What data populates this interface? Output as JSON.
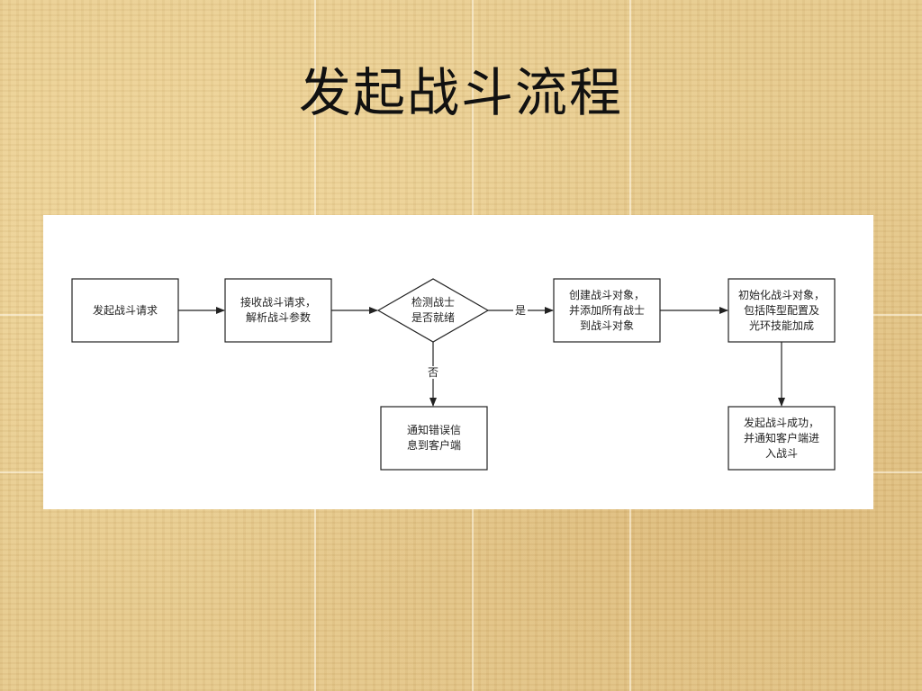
{
  "slide": {
    "title": "发起战斗流程"
  },
  "diagram": {
    "line_color": "#222222",
    "nodes": {
      "start": {
        "text": "发起战斗请求"
      },
      "receive": {
        "text": "接收战斗请求，\n解析战斗参数"
      },
      "check": {
        "text": "检测战士\n是否就绪"
      },
      "create": {
        "text": "创建战斗对象，\n并添加所有战士\n到战斗对象"
      },
      "init": {
        "text": "初始化战斗对象，\n包括阵型配置及\n光环技能加成"
      },
      "error": {
        "text": "通知错误信\n息到客户端"
      },
      "success": {
        "text": "发起战斗成功，\n并通知客户端进\n入战斗"
      }
    },
    "edges": {
      "yes": "是",
      "no": "否"
    }
  }
}
